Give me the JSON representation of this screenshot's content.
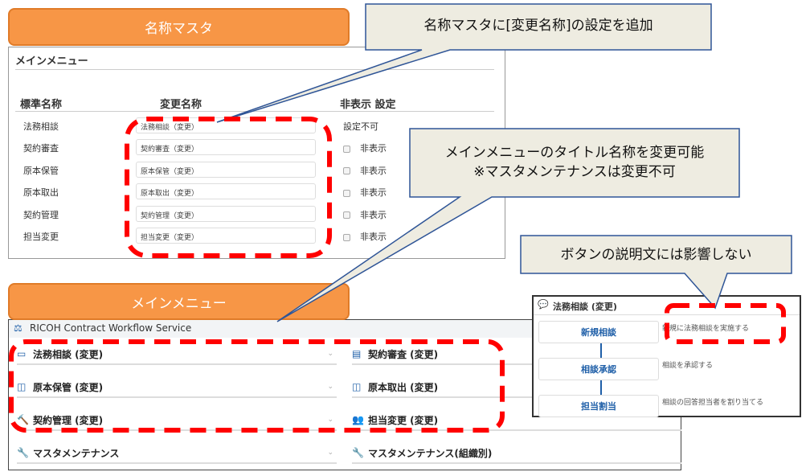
{
  "master_label": "名称マスタ",
  "menu_label": "メインメニュー",
  "master": {
    "title": "メインメニュー",
    "headers": [
      "標準名称",
      "変更名称",
      "非表示 設定"
    ],
    "rows": [
      {
        "std": "法務相談",
        "changed": "法務相談（変更）",
        "hide": "設定不可",
        "checkbox": false
      },
      {
        "std": "契約審査",
        "changed": "契約審査（変更）",
        "hide": "非表示",
        "checkbox": true
      },
      {
        "std": "原本保管",
        "changed": "原本保管（変更）",
        "hide": "非表示",
        "checkbox": true
      },
      {
        "std": "原本取出",
        "changed": "原本取出（変更）",
        "hide": "非表示",
        "checkbox": true
      },
      {
        "std": "契約管理",
        "changed": "契約管理（変更）",
        "hide": "非表示",
        "checkbox": true
      },
      {
        "std": "担当変更",
        "changed": "担当変更（変更）",
        "hide": "非表示",
        "checkbox": true
      }
    ]
  },
  "app": {
    "title": "RICOH Contract Workflow Service",
    "items": [
      {
        "icon": "chat-icon",
        "label": "法務相談 (変更)"
      },
      {
        "icon": "document-icon",
        "label": "契約審査 (変更)"
      },
      {
        "icon": "archive-icon",
        "label": "原本保管 (変更)"
      },
      {
        "icon": "archive-icon",
        "label": "原本取出 (変更)"
      },
      {
        "icon": "gavel-icon",
        "label": "契約管理 (変更)"
      },
      {
        "icon": "users-icon",
        "label": "担当変更 (変更)"
      },
      {
        "icon": "wrench-icon",
        "label": "マスタメンテナンス"
      },
      {
        "icon": "wrench-icon",
        "label": "マスタメンテナンス(組織別)"
      }
    ]
  },
  "popup": {
    "title": "法務相談 (変更)",
    "steps": [
      {
        "label": "新規相談",
        "desc": "新規に法務相談を実施する"
      },
      {
        "label": "相談承認",
        "desc": "相談を承認する"
      },
      {
        "label": "担当割当",
        "desc": "相談の回答担当者を割り当てる"
      }
    ]
  },
  "callouts": {
    "c1": "名称マスタに[変更名称]の設定を追加",
    "c2_line1": "メインメニューのタイトル名称を変更可能",
    "c2_line2": "※マスタメンテナンスは変更不可",
    "c3": "ボタンの説明文には影響しない"
  },
  "colors": {
    "accent": "#F79646",
    "highlight": "#FF0000",
    "callout": "#EEECE1",
    "callout_border": "#2F5597",
    "link": "#1F5FA8"
  }
}
